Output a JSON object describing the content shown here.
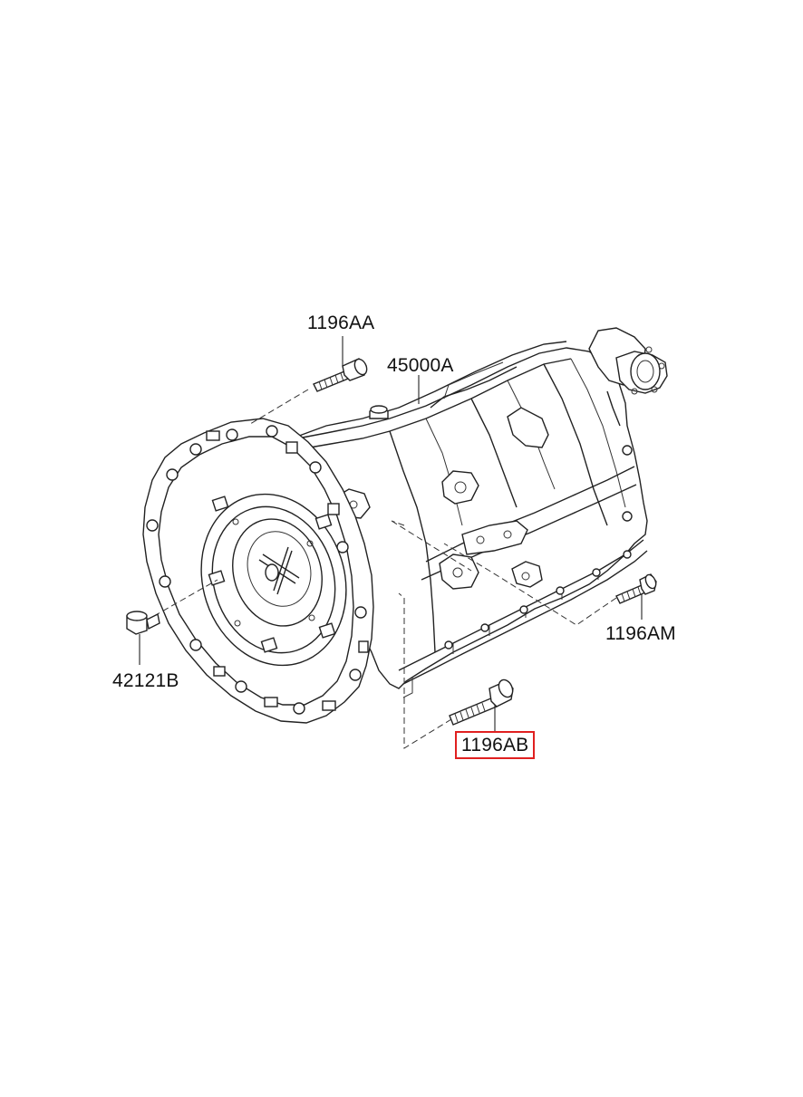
{
  "diagram": {
    "labels": {
      "bolt_top": "1196AA",
      "transmission": "45000A",
      "bolt_right": "1196AM",
      "plug_left": "42121B",
      "bolt_bottom": "1196AB"
    },
    "highlighted_label": "1196AB",
    "colors": {
      "line": "#222222",
      "highlight_border": "#e02020",
      "background": "#ffffff"
    }
  }
}
